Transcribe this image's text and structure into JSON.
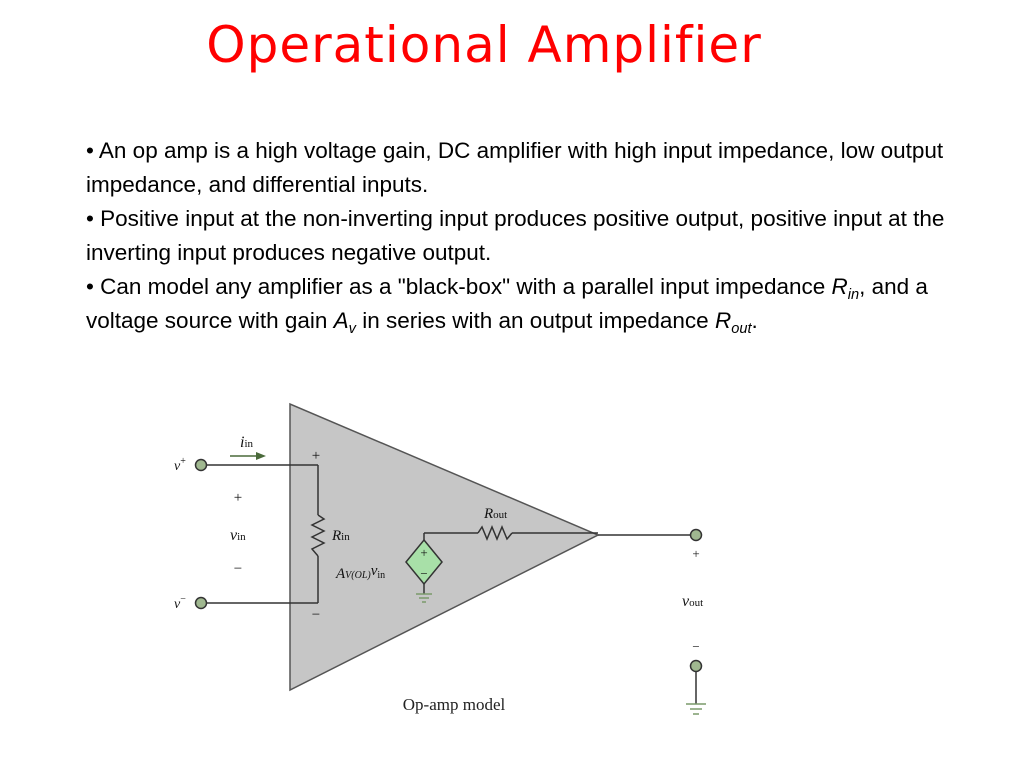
{
  "slide": {
    "title": "Operational Amplifier",
    "bullets": [
      {
        "marker": "•",
        "text": "An op amp is a high voltage gain, DC amplifier with high input impedance, low output impedance, and differential inputs."
      },
      {
        "marker": "•",
        "text": "Positive input at the non-inverting input produces positive output, positive input at the inverting input produces negative output."
      },
      {
        "marker": "•",
        "text_1": "Can model any amplifier as a \"black-box\" with a parallel input impedance ",
        "rin_main": "R",
        "rin_sub": "in",
        "text_2": ", and a voltage source with gain ",
        "av_main": "A",
        "av_sub": "v",
        "text_3": " in series with an output impedance ",
        "rout_main": "R",
        "rout_sub": "out",
        "text_4": "."
      }
    ]
  },
  "diagram": {
    "caption": "Op-amp model",
    "labels": {
      "i_in": "i",
      "i_in_sub": "in",
      "v_plus": "v",
      "v_plus_sup": "+",
      "v_minus": "v",
      "v_minus_sup": "−",
      "plus_sign": "+",
      "minus_sign": "−",
      "v_in": "v",
      "v_in_sub": "in",
      "r_in": "R",
      "r_in_sub": "in",
      "r_out": "R",
      "r_out_sub": "out",
      "a_vol": "A",
      "a_vol_sub": "V(OL)",
      "a_vol_v": "v",
      "a_vol_v_sub": "in",
      "v_out": "v",
      "v_out_sub": "out"
    },
    "colors": {
      "triangle_fill": "#c6c6c6",
      "source_fill": "#a8e0a8",
      "arrow": "#4a6a3a",
      "terminal": "#a0b890",
      "ground": "#7a9a6a"
    }
  }
}
